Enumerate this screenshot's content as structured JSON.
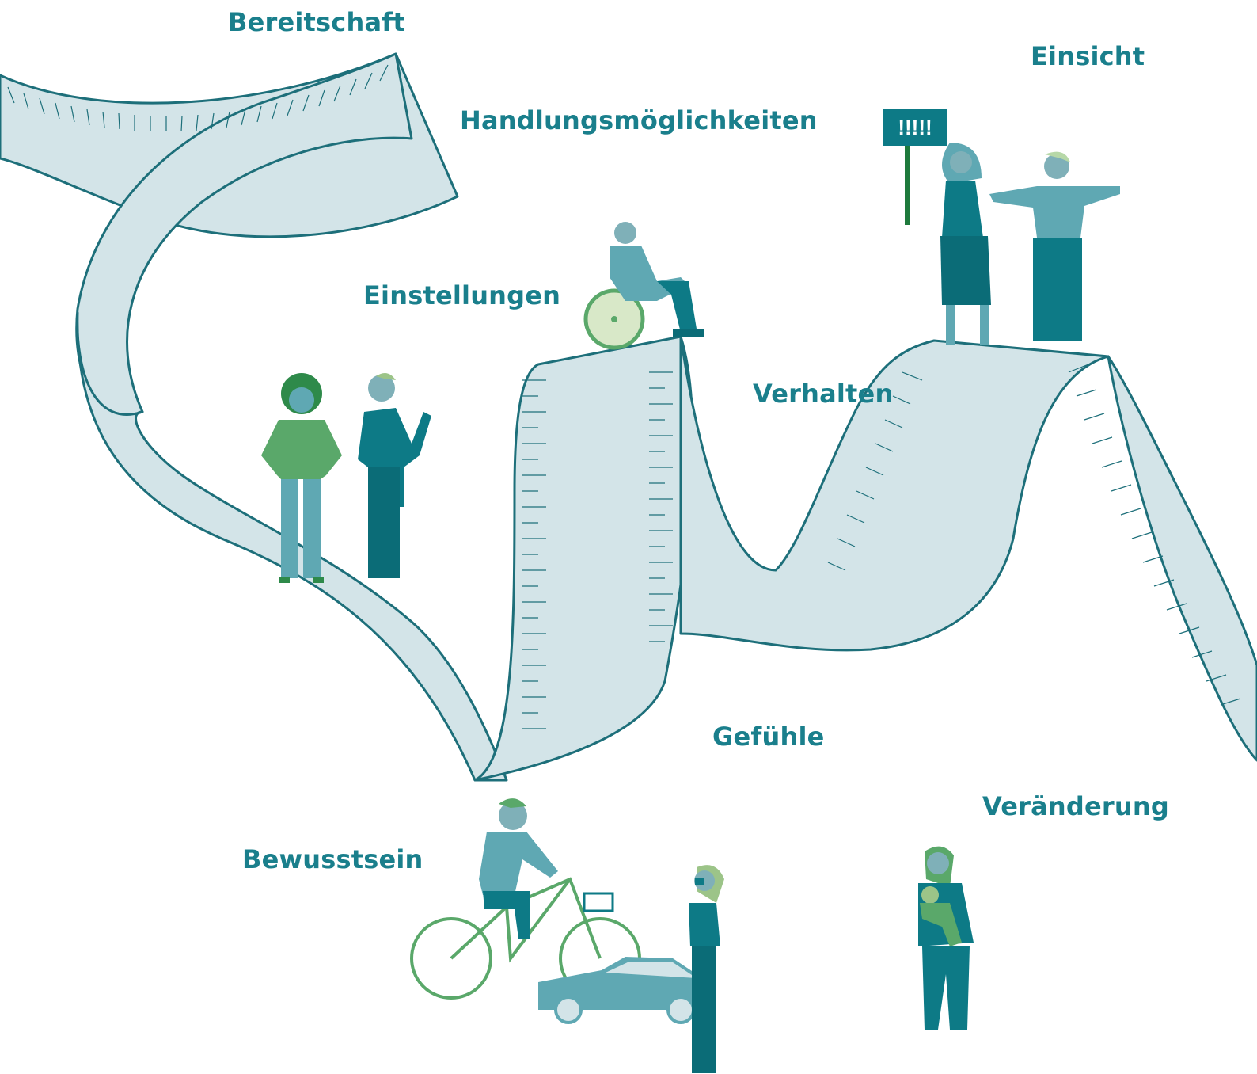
{
  "labels": {
    "bereitschaft": "Bereitschaft",
    "einsicht": "Einsicht",
    "handlungsmoeglichkeiten": "Handlungsmöglichkeiten",
    "einstellungen": "Einstellungen",
    "verhalten": "Verhalten",
    "gefuehle": "Gefühle",
    "veraenderung": "Veränderung",
    "bewusstsein": "Bewusstsein"
  },
  "sign_text": "!!!!!",
  "colors": {
    "label_teal": "#1a7f8c",
    "tape_fill": "#d3e4e8",
    "tape_stroke": "#1d6f7a",
    "figure_teal_dark": "#0d7a86",
    "figure_teal_light": "#5fa8b3",
    "figure_green": "#5aa86a",
    "figure_green_pale": "#b7d8a8"
  },
  "icons": [
    "measuring-tape-icon",
    "person-icon",
    "wheelchair-icon",
    "protest-sign-icon",
    "bicycle-icon",
    "car-icon",
    "baby-icon"
  ]
}
